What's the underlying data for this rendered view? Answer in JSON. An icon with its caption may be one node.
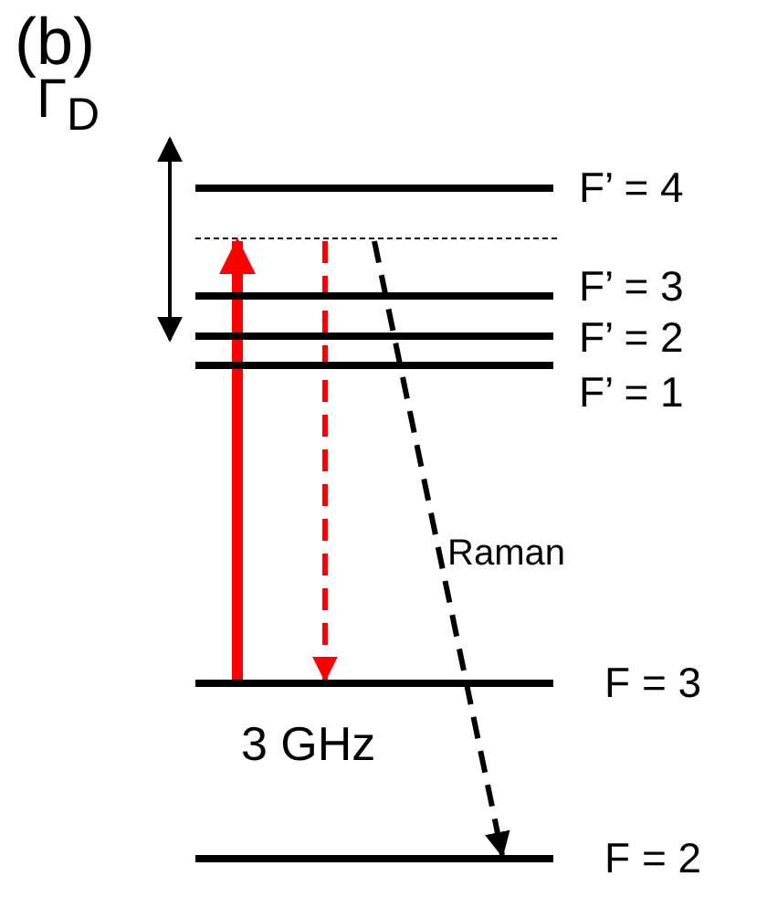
{
  "diagram": {
    "nodes": [
      {
        "text": [
          "F’ = 4"
        ]
      },
      {
        "text": [],
        "shape": "bar"
      },
      {
        "text": [
          "F’ = 3"
        ]
      },
      {
        "text": [
          "F’ = 2"
        ]
      },
      {
        "text": [
          "F’ = 1"
        ]
      },
      {
        "text": [
          "F = 3"
        ]
      },
      {
        "text": [
          "F = 2"
        ]
      }
    ],
    "edges": [
      {
        "from": 5,
        "to": 1,
        "arrow": "to",
        "style": "thick",
        "color": "#ff0000"
      },
      {
        "from": 1,
        "to": 5,
        "arrow": "to",
        "style": "dashed",
        "color": "#ff0000"
      },
      {
        "from": 1,
        "to": 6,
        "arrow": "to",
        "style": "dashed",
        "color": "#000000",
        "label": "Raman"
      }
    ],
    "labels": [
      "(b)",
      "Γ$_{D}$",
      "3 GHz"
    ]
  }
}
